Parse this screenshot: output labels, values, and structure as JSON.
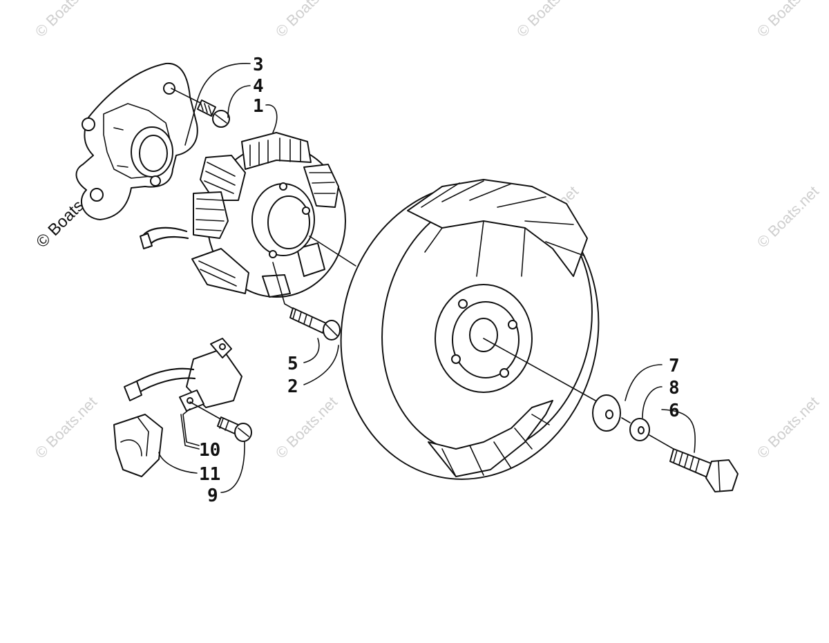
{
  "watermark": {
    "text": "© Boats.net",
    "color": "#cfcfcf"
  },
  "callouts": {
    "c1": "1",
    "c2": "2",
    "c3": "3",
    "c4": "4",
    "c5": "5",
    "c6": "6",
    "c7": "7",
    "c8": "8",
    "c9": "9",
    "c10": "10",
    "c11": "11"
  }
}
